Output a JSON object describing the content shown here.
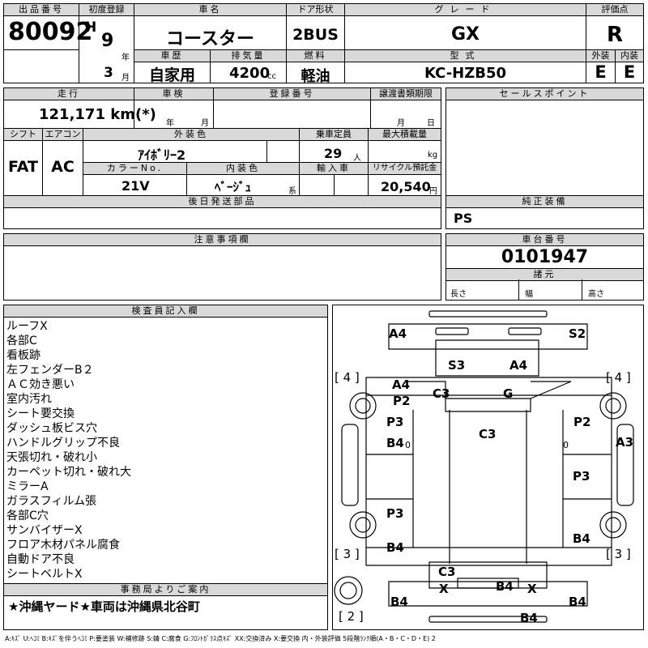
{
  "header": {
    "lot_no_label": "出品番号",
    "lot_no": "80092",
    "first_reg_label": "初度登録",
    "era": "H",
    "year": "9",
    "year_unit": "年",
    "month": "3",
    "month_unit": "月",
    "car_name_label": "車名",
    "car_name": "コースター",
    "door_label": "ドア形状",
    "door": "2BUS",
    "grade_label": "グレード",
    "grade": "GX",
    "score_label": "評価点",
    "score": "R",
    "history_label": "車歴",
    "history": "自家用",
    "displacement_label": "排気量",
    "displacement": "4200",
    "displacement_unit": "cc",
    "fuel_label": "燃料",
    "fuel": "軽油",
    "model_label": "型式",
    "model": "KC-HZB50",
    "ext_label": "外装",
    "ext": "E",
    "int_label": "内装",
    "int": "E"
  },
  "row2": {
    "mileage_label": "走行",
    "mileage": "121,171 km(*)",
    "inspection_label": "車検",
    "year_unit": "年",
    "month_unit": "月",
    "reg_no_label": "登録番号",
    "transfer_label": "譲渡書類期限",
    "transfer_month": "月",
    "transfer_day": "日",
    "sales_label": "セールスポイント"
  },
  "row3": {
    "shift_label": "シフト",
    "shift": "FAT",
    "ac_label": "エアコン",
    "ac": "AC",
    "ext_color_label": "外装色",
    "ext_color": "ｱｲﾎﾞﾘｰ2",
    "capacity_label": "乗車定員",
    "capacity": "29",
    "capacity_unit": "人",
    "max_load_label": "最大積載量",
    "max_load_unit": "kg",
    "color_no_label": "カラーNo.",
    "color_no": "21V",
    "int_color_label": "内装色",
    "int_color": "ﾍﾞｰｼﾞｭ",
    "int_color_unit": "系",
    "import_label": "輸入車",
    "recycle_label": "リサイクル預託金",
    "recycle": "20,540",
    "recycle_unit": "円"
  },
  "delivery": {
    "label": "後日発送部品"
  },
  "equipment": {
    "label": "純正装備",
    "value": "PS"
  },
  "caution": {
    "label": "注意事項欄"
  },
  "chassis": {
    "label": "車台番号",
    "value": "0101947",
    "specs_label": "諸元",
    "length_label": "長さ",
    "width_label": "幅",
    "height_label": "高さ"
  },
  "inspector": {
    "label": "検査員記入欄",
    "lines": [
      "ルーフX",
      "各部C",
      "看板跡",
      "左フェンダーB２",
      "ＡＣ効き悪い",
      "室内汚れ",
      "シート要交換",
      "ダッシュ板ビス穴",
      "ハンドルグリップ不良",
      "天張切れ・破れ小",
      "カーペット切れ・破れ大",
      "ミラーA",
      "ガラスフィルム張",
      "各部C穴",
      "サンバイザーX",
      "フロア木材パネル腐食",
      "自動ドア不良",
      "シートベルトX"
    ]
  },
  "office": {
    "label": "事務局よりご案内",
    "text": "★沖縄ヤード★車両は沖縄県北谷町"
  },
  "diagram": {
    "marks": {
      "a4_top_left": "A4",
      "s2_top_right": "S2",
      "s3": "S3",
      "a4_front": "A4",
      "a4_left": "A4",
      "p2_left": "P2",
      "c3_left": "C3",
      "g": "G",
      "p3_left_upper": "P3",
      "p2_right": "P2",
      "c3_center": "C3",
      "b4_left_upper": "B4",
      "o_left": "0",
      "o_right": "0",
      "a3_right": "A3",
      "p3_right": "P3",
      "p3_left_lower": "P3",
      "b4_right": "B4",
      "b4_left_lower": "B4",
      "c3_rear": "C3",
      "b4_rear_center": "B4",
      "x_left": "X",
      "x_right": "X",
      "b4_rear_left": "B4",
      "b4_rear_right": "B4",
      "b4_bottom": "B4"
    },
    "brackets": {
      "tl": "[ 4 ]",
      "tr": "[ 4 ]",
      "bl": "[ 3 ]",
      "br": "[ 3 ]",
      "spare": "[ 2 ]"
    }
  },
  "legend": "A:ｷｽﾞ U:ﾍｺﾐ B:ｷｽﾞを伴うﾍｺﾐ P:要塗装 W:補修跡 S:錆 C:腐食 G:ﾌﾛﾝﾄｶﾞﾗｽ点ｷｽﾞ XX:交換済み X:要交換 内・外装評価 5段階ﾗﾝｸ順(A・B・C・D・E) 2"
}
